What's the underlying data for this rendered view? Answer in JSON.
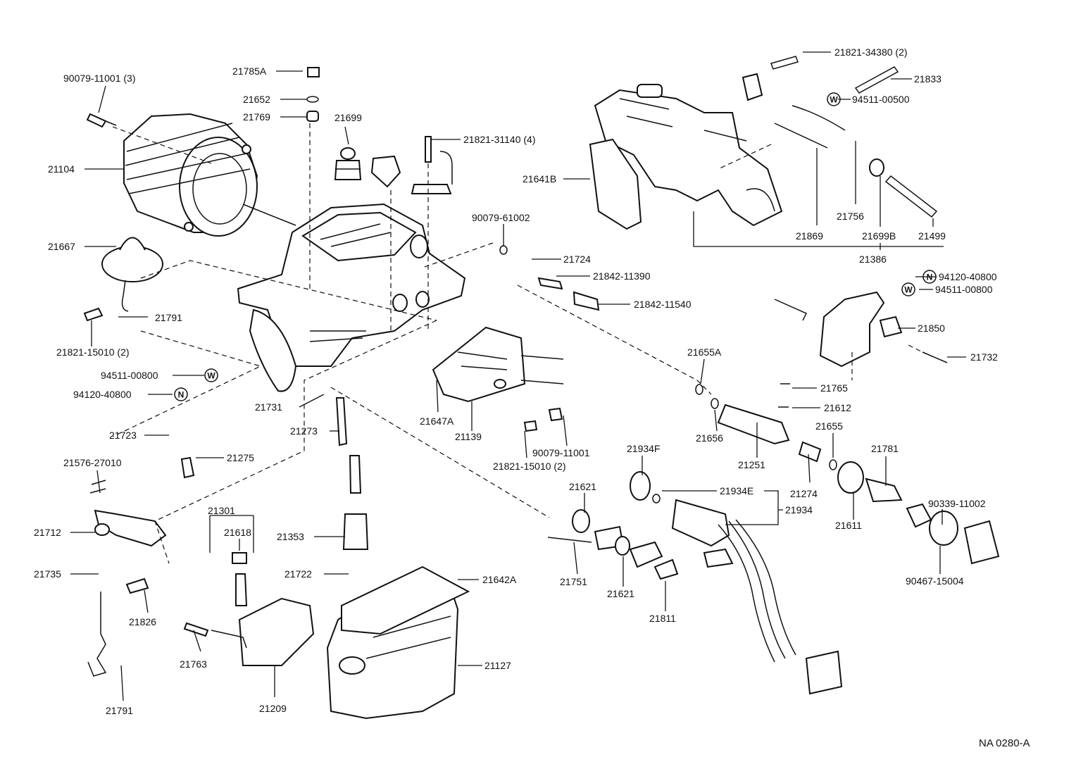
{
  "diagram": {
    "drawing_code": "NA 0280-A",
    "callouts": [
      {
        "id": "c01",
        "text": "90079-11001 (3)"
      },
      {
        "id": "c02",
        "text": "21785A"
      },
      {
        "id": "c03",
        "text": "21652"
      },
      {
        "id": "c04",
        "text": "21769"
      },
      {
        "id": "c05",
        "text": "21699"
      },
      {
        "id": "c06",
        "text": "21821-31140 (4)"
      },
      {
        "id": "c07",
        "text": "21104"
      },
      {
        "id": "c08",
        "text": "21667"
      },
      {
        "id": "c09",
        "text": "90079-61002"
      },
      {
        "id": "c10",
        "text": "21724"
      },
      {
        "id": "c11",
        "text": "21842-11390"
      },
      {
        "id": "c12",
        "text": "21842-11540"
      },
      {
        "id": "c13",
        "text": "21791"
      },
      {
        "id": "c14",
        "text": "21821-15010 (2)"
      },
      {
        "id": "c15",
        "text": "94511-00800"
      },
      {
        "id": "c16",
        "text": "94120-40800"
      },
      {
        "id": "c17",
        "text": "21731"
      },
      {
        "id": "c18",
        "text": "21723"
      },
      {
        "id": "c19",
        "text": "21273"
      },
      {
        "id": "c20",
        "text": "21275"
      },
      {
        "id": "c21",
        "text": "21647A"
      },
      {
        "id": "c22",
        "text": "21139"
      },
      {
        "id": "c23",
        "text": "90079-11001"
      },
      {
        "id": "c24",
        "text": "21821-15010 (2)"
      },
      {
        "id": "c25",
        "text": "21576-27010"
      },
      {
        "id": "c26",
        "text": "21301"
      },
      {
        "id": "c27",
        "text": "21618"
      },
      {
        "id": "c28",
        "text": "21712"
      },
      {
        "id": "c29",
        "text": "21353"
      },
      {
        "id": "c30",
        "text": "21735"
      },
      {
        "id": "c31",
        "text": "21722"
      },
      {
        "id": "c32",
        "text": "21642A"
      },
      {
        "id": "c33",
        "text": "21826"
      },
      {
        "id": "c34",
        "text": "21763"
      },
      {
        "id": "c35",
        "text": "21127"
      },
      {
        "id": "c36",
        "text": "21209"
      },
      {
        "id": "c37",
        "text": "21791"
      },
      {
        "id": "c38",
        "text": "21821-34380 (2)"
      },
      {
        "id": "c39",
        "text": "21833"
      },
      {
        "id": "c40",
        "text": "94511-00500"
      },
      {
        "id": "c41",
        "text": "21641B"
      },
      {
        "id": "c42",
        "text": "21756"
      },
      {
        "id": "c43",
        "text": "21869"
      },
      {
        "id": "c44",
        "text": "21699B"
      },
      {
        "id": "c45",
        "text": "21499"
      },
      {
        "id": "c46",
        "text": "21386"
      },
      {
        "id": "c47",
        "text": "94120-40800"
      },
      {
        "id": "c48",
        "text": "94511-00800"
      },
      {
        "id": "c49",
        "text": "21850"
      },
      {
        "id": "c50",
        "text": "21732"
      },
      {
        "id": "c51",
        "text": "21655A"
      },
      {
        "id": "c52",
        "text": "21765"
      },
      {
        "id": "c53",
        "text": "21612"
      },
      {
        "id": "c54",
        "text": "21655"
      },
      {
        "id": "c55",
        "text": "21656"
      },
      {
        "id": "c56",
        "text": "21251"
      },
      {
        "id": "c57",
        "text": "21934F"
      },
      {
        "id": "c58",
        "text": "21781"
      },
      {
        "id": "c59",
        "text": "21274"
      },
      {
        "id": "c60",
        "text": "21934E"
      },
      {
        "id": "c61",
        "text": "21934"
      },
      {
        "id": "c62",
        "text": "90339-11002"
      },
      {
        "id": "c63",
        "text": "21621"
      },
      {
        "id": "c64",
        "text": "21611"
      },
      {
        "id": "c65",
        "text": "21751"
      },
      {
        "id": "c66",
        "text": "21621"
      },
      {
        "id": "c67",
        "text": "21811"
      },
      {
        "id": "c68",
        "text": "90467-15004"
      }
    ],
    "symbols": [
      {
        "id": "s1",
        "text": "W"
      },
      {
        "id": "s2",
        "text": "N"
      },
      {
        "id": "s3",
        "text": "W"
      },
      {
        "id": "s4",
        "text": "N"
      },
      {
        "id": "s5",
        "text": "W"
      }
    ]
  }
}
